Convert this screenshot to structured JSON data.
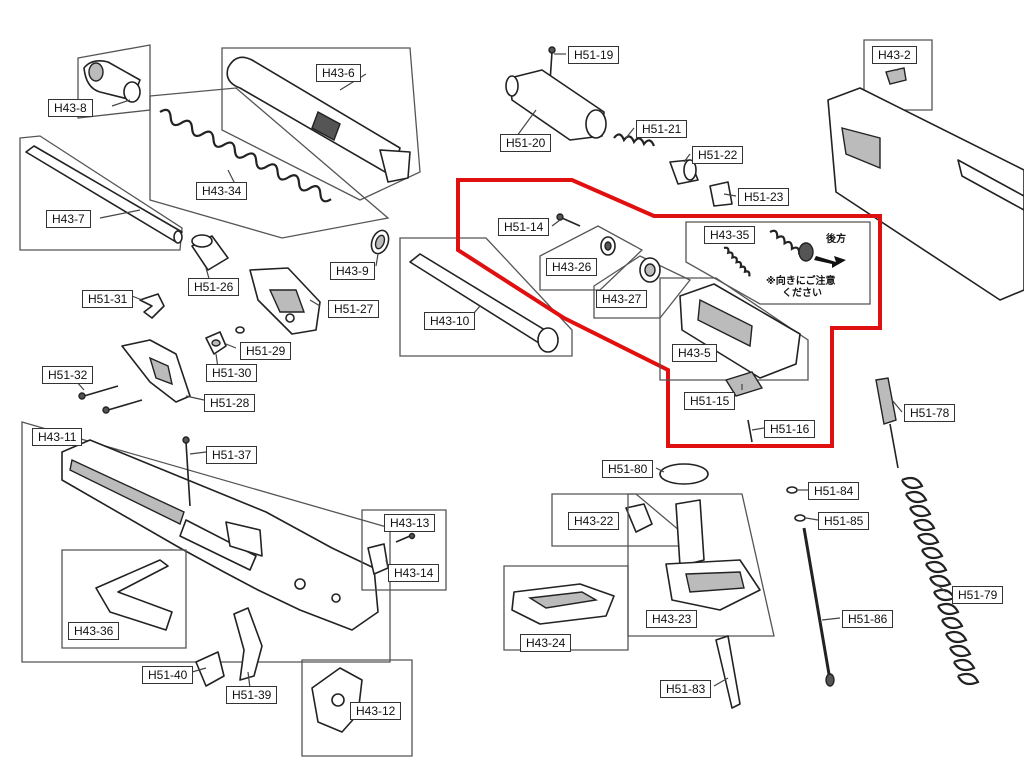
{
  "diagram": {
    "labels": {
      "H43_8": "H43-8",
      "H43_6": "H43-6",
      "H43_34": "H43-34",
      "H43_7": "H43-7",
      "H43_9": "H43-9",
      "H43_10": "H43-10",
      "H51_26": "H51-26",
      "H51_27": "H51-27",
      "H51_31": "H51-31",
      "H51_29": "H51-29",
      "H51_30": "H51-30",
      "H51_32": "H51-32",
      "H51_28": "H51-28",
      "H43_11": "H43-11",
      "H51_37": "H51-37",
      "H43_13": "H43-13",
      "H43_14": "H43-14",
      "H43_36": "H43-36",
      "H51_40": "H51-40",
      "H51_39": "H51-39",
      "H43_12": "H43-12",
      "H51_19": "H51-19",
      "H51_20": "H51-20",
      "H51_21": "H51-21",
      "H51_22": "H51-22",
      "H51_23": "H51-23",
      "H43_2": "H43-2",
      "H51_14": "H51-14",
      "H43_35": "H43-35",
      "H43_26": "H43-26",
      "H43_27": "H43-27",
      "H43_5": "H43-5",
      "H51_15": "H51-15",
      "H51_16": "H51-16",
      "H51_78": "H51-78",
      "H51_80": "H51-80",
      "H51_84": "H51-84",
      "H51_85": "H51-85",
      "H43_22": "H43-22",
      "H43_23": "H43-23",
      "H43_24": "H43-24",
      "H51_86": "H51-86",
      "H51_79": "H51-79",
      "H51_83": "H51-83"
    },
    "note": {
      "arrow_text": "後方",
      "line1": "※向きにご注意",
      "line2": "ください"
    },
    "highlight_color": "#e01010"
  }
}
